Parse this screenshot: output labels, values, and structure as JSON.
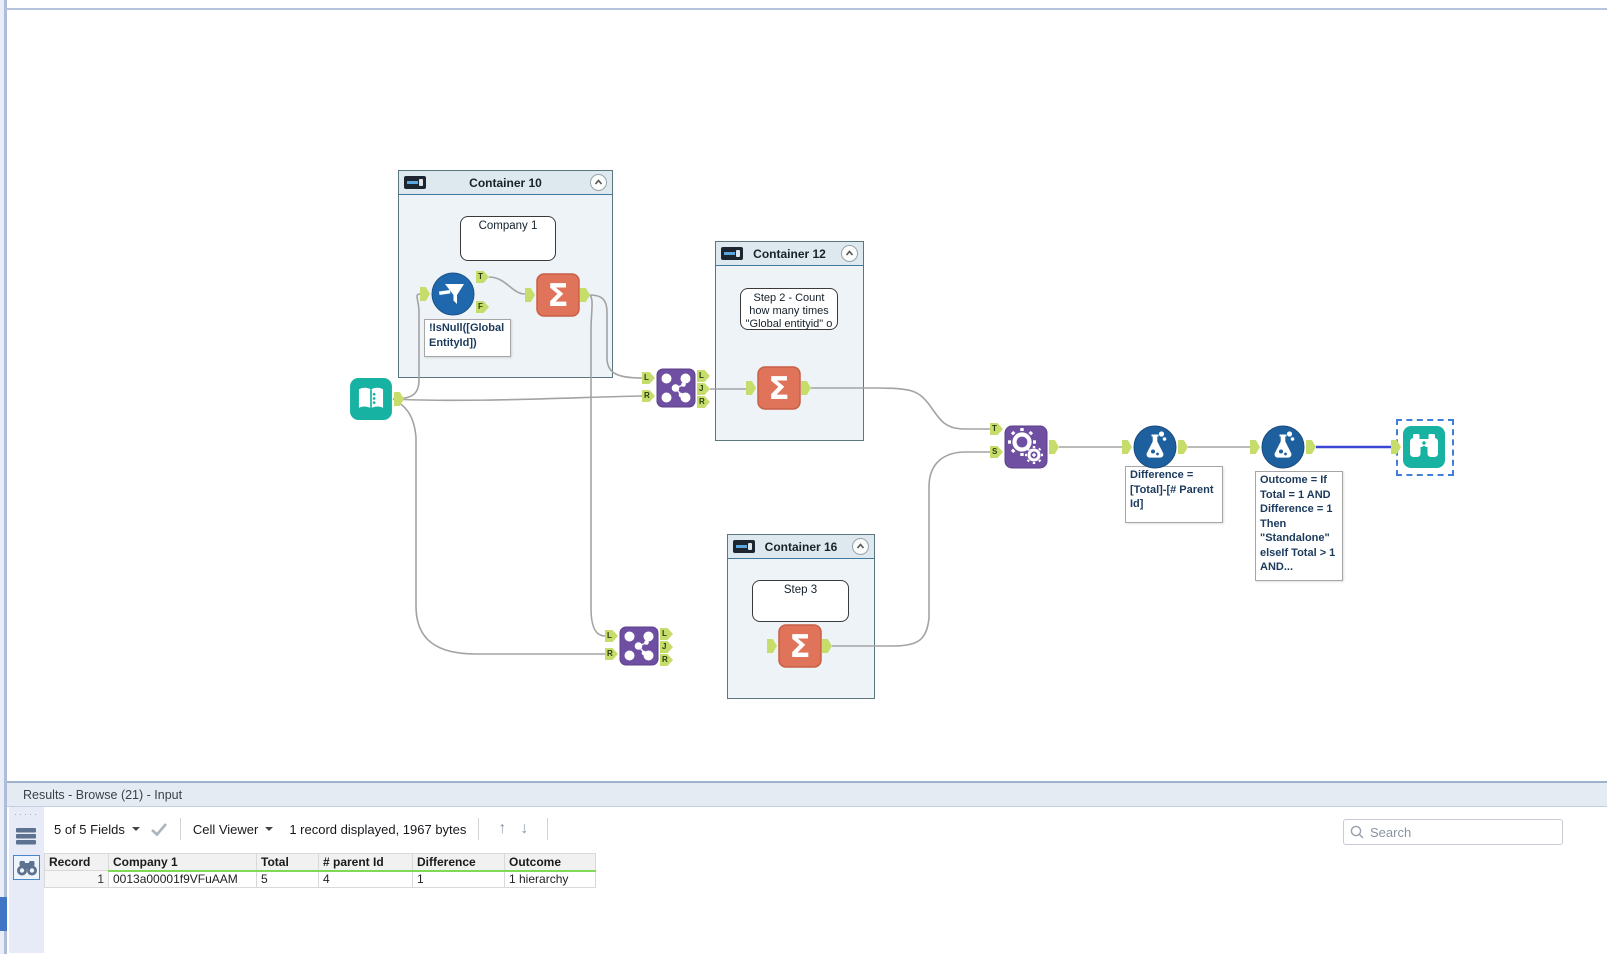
{
  "canvas": {
    "containers": [
      {
        "title": "Container 10"
      },
      {
        "title": "Container 12"
      },
      {
        "title": "Container 16"
      }
    ],
    "comments": {
      "company1": "Company 1",
      "step2": "Step 2 - Count\nhow many times\n\"Global entityid\" o",
      "step3": "Step 3"
    },
    "annotations": {
      "filter": "!IsNull([Global\nEntityId])",
      "difference": "Difference =\n[Total]-[# Parent\nId]",
      "outcome": "Outcome = If\nTotal = 1 AND\nDifference = 1\nThen\n\"Standalone\"\nelseIf Total > 1\nAND..."
    },
    "anchors": {
      "t": "T",
      "f": "F",
      "l": "L",
      "j": "J",
      "r": "R",
      "s": "S"
    },
    "colors": {
      "teal": "#18b2a2",
      "orange": "#e0745b",
      "purple": "#6f4fa1",
      "tool_blue": "#1e5f9e",
      "anchor_green": "#c7dd6b",
      "wire_gray": "#a3a3a3",
      "wire_selected": "#3a46d4"
    }
  },
  "results": {
    "title": "Results - Browse (21) - Input",
    "toolbar": {
      "fields_label": "5 of 5 Fields",
      "cell_viewer_label": "Cell Viewer",
      "record_info": "1 record displayed, 1967 bytes"
    },
    "search_placeholder": "Search",
    "table": {
      "headers": [
        "Record",
        "Company 1",
        "Total",
        "# parent Id",
        "Difference",
        "Outcome"
      ],
      "rows": [
        [
          "1",
          "0013a00001f9VFuAAM",
          "5",
          "4",
          "1",
          "1 hierarchy"
        ]
      ]
    }
  }
}
